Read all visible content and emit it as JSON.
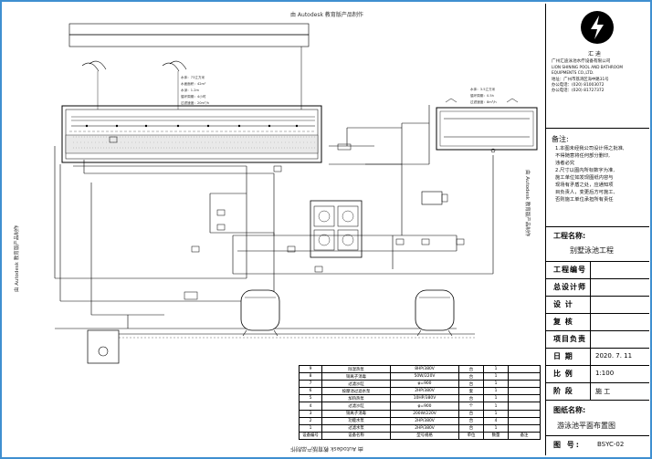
{
  "watermark": {
    "top": "由 Autodesk 教育版产品制作",
    "bottom": "由 Autodesk 教育版产品制作",
    "left": "由 Autodesk 教育版产品制作",
    "right": "由 Autodesk 教育版产品制作"
  },
  "company": {
    "name_cn_short": "汇 迪",
    "name_cn": "广州汇迪泳池水疗设备有限公司",
    "name_en_1": "LION SHINING POOL AND BATHROOM",
    "name_en_2": "EQUIPMENTS CO.,LTD.",
    "address": "地址：广州市荔湾区海中路31号",
    "phone": "办公电话：(020) 81003072",
    "fax": "办公电话：(020) 81727372"
  },
  "notes": {
    "title": "备注:",
    "lines": [
      "1.本图未经我公司设计师之批准,",
      "  不得随意将任何部分删印,",
      "  违者必究",
      "2.尺寸以图内所标数字为准,",
      "  施工单位如发现图纸内容与",
      "  现场有矛盾之处，应通知项",
      "  目负责人，变更后方可施工,",
      "  否则施工单位承担所有责任"
    ]
  },
  "project": {
    "label": "工程名称:",
    "name": "别墅泳池工程"
  },
  "fields": [
    {
      "key": "工程编号",
      "value": ""
    },
    {
      "key": "总设计师",
      "value": ""
    },
    {
      "key": "设 计",
      "value": ""
    },
    {
      "key": "复 核",
      "value": ""
    },
    {
      "key": "项目负责",
      "value": ""
    },
    {
      "key": "日 期",
      "value": "2020. 7. 11"
    },
    {
      "key": "比 例",
      "value": "1:100"
    },
    {
      "key": "阶 段",
      "value": "施 工"
    }
  ],
  "drawing": {
    "label": "图纸名称:",
    "name": "游泳池平面布置图",
    "number_label": "图 号:",
    "number": "BSYC-02"
  },
  "equipment_table": {
    "rows": [
      [
        "9",
        "除湿热泵",
        "8HP/380V",
        "台",
        "1",
        ""
      ],
      [
        "8",
        "铜离子消毒",
        "50W/220V",
        "台",
        "1",
        ""
      ],
      [
        "7",
        "过滤沙缸",
        "φ=900",
        "台",
        "1",
        ""
      ],
      [
        "6",
        "按摩池过滤水泵",
        "2HP/380V",
        "套",
        "1",
        ""
      ],
      [
        "5",
        "加热热泵",
        "10HP/380V",
        "台",
        "1",
        ""
      ],
      [
        "4",
        "过滤沙缸",
        "φ=900",
        "个",
        "1",
        ""
      ],
      [
        "3",
        "铜离子消毒",
        "200W/220V",
        "台",
        "1",
        ""
      ],
      [
        "2",
        "功能水泵",
        "2HP/380V",
        "台",
        "4",
        ""
      ],
      [
        "1",
        "过滤水泵",
        "2HP/380V",
        "台",
        "1",
        ""
      ]
    ],
    "header": [
      "设备编号",
      "设备名称",
      "型号规格",
      "单位",
      "数量",
      "备注"
    ]
  },
  "pool_specs": {
    "left": [
      "水体：73立方米",
      "水面面积：42m²",
      "水深：1.2m",
      "循环周期：4小时",
      "过滤速度：20m³/h"
    ],
    "right": [
      "水体：3.5立方米",
      "循环周期：0.5h",
      "过滤速度：8m³/h"
    ]
  }
}
